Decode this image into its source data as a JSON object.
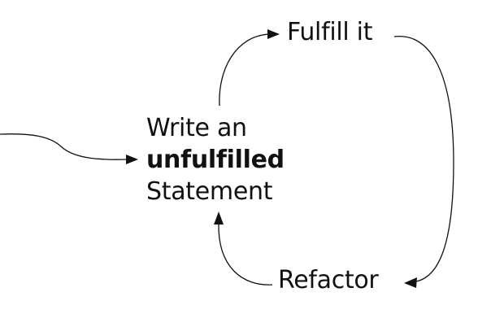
{
  "diagram": {
    "nodes": {
      "write": {
        "line1": "Write an",
        "line2": "unfulfilled",
        "line3": "Statement"
      },
      "fulfill": {
        "label": "Fulfill it"
      },
      "refactor": {
        "label": "Refactor"
      }
    },
    "edges": [
      {
        "from": "input",
        "to": "write"
      },
      {
        "from": "write",
        "to": "fulfill"
      },
      {
        "from": "fulfill",
        "to": "refactor"
      },
      {
        "from": "refactor",
        "to": "write"
      }
    ],
    "colors": {
      "ink": "#111111",
      "background": "#ffffff"
    }
  }
}
